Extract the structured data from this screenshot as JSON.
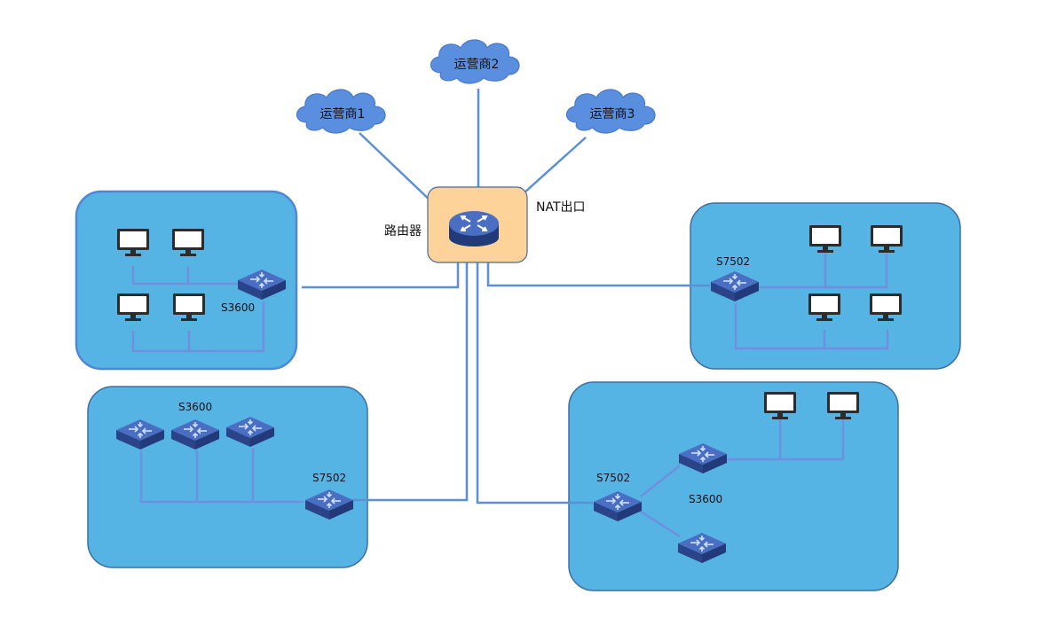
{
  "clouds": [
    {
      "label": "运营商1"
    },
    {
      "label": "运营商2"
    },
    {
      "label": "运营商3"
    }
  ],
  "router": {
    "label": "路由器",
    "nat_label": "NAT出口"
  },
  "zones": {
    "top_left": {
      "switch_label": "S3600"
    },
    "top_right": {
      "switch_label": "S7502"
    },
    "bottom_left": {
      "access_label": "S3600",
      "core_label": "S7502"
    },
    "bottom_right": {
      "core_label": "S7502",
      "access_label": "S3600"
    }
  },
  "colors": {
    "zone_fill": "#56b4e4",
    "zone_border": "#3f7fc4",
    "link": "#5b8fd6",
    "cloud": "#5a8fe0",
    "router_box": "#fdd39a",
    "device": "#2f4b99"
  }
}
